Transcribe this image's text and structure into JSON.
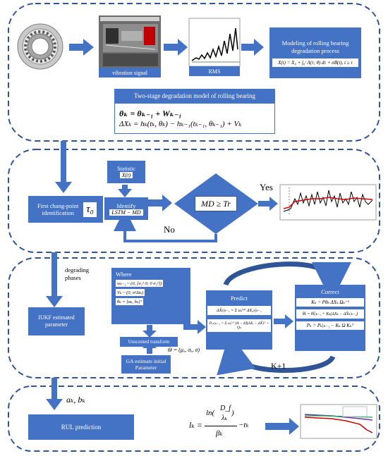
{
  "stage1": {
    "vibration_caption": "vibration signal",
    "rms_caption": "RMS",
    "modeling_title": "Modeling of rolling bearing degradation process",
    "modeling_formula": "X(t) = X₀ + ∫₀ᵗ Λ(τ; θ) dτ + σB(t), t ≥ τ",
    "two_stage_title": "Two-stage degradation model of rolling bearing",
    "eq1": "θₖ = θₖ₋₁ + Wₖ₋₁",
    "eq2": "ΔXₖ = hₖ(tₖ, θₖ) − hₖ₋₁(tₖ₋₁, θₖ₋₁) + Vₖ"
  },
  "stage2": {
    "first_change_label": "First chang-point identification",
    "tau0": "τ₀",
    "statistic_label": "Statistic",
    "statistic_formula": "X(t)",
    "identify_label": "Identify",
    "identify_formula": "LSTM − MD",
    "decision": "MD ≥ Tr",
    "yes": "Yes",
    "no": "No"
  },
  "stage3": {
    "degrading_phases": "degrading phases",
    "iukf_label": "IUKF estimated parameter",
    "where_label": "Where",
    "where_w": "wₖ₋₁ ~ (0, [σ₁² 0; 0 σ₂²])",
    "where_v": "Vₖ ~ (0, σ²Δtₖ)",
    "where_theta": "θₖ = [aₖ, bₖ]ᵀ",
    "unscented_label": "Unscented transform",
    "ga_label": "GA estimate initial Parameter",
    "theta_formula": "Θ = (μₐ, σₐ, σ)",
    "predict_label": "Predict",
    "predict_eq1": "ΔX̂ₖ|ₖ₋₁ = Σ ωᵢ⁽ᵐ⁾ ΔXᵢ,ₖ|ₖ₋₁",
    "predict_eq2": "Pₓₖ|ₖ₋₁ = Σ ωᵢ⁽ᶜ⁾ (θᵢ − θ̂)(ΔXᵢ − ΔX̂)ᵀ + Qₖ",
    "correct_label": "Correct",
    "correct_eq1": "Kₖ = Pθₖ ΔXₖ Ωₖ⁻¹",
    "correct_eq2": "θ̂ₖ = θ̂ₖ|ₖ₋₁ + Kₖ(ΔXₖ − ΔX̂ₖ|ₖ₋₁)",
    "correct_eq3": "Pₖ = Pₖ|ₖ₋₁ − Kₖ Ω Kₖᵀ",
    "loop_label": "K+1"
  },
  "stage4": {
    "ab_label": "aₖ, bₖ",
    "rul_label": "RUL prediction",
    "lk": "lₖ =",
    "ln": "ln(",
    "num_top": "D_f",
    "num_bot": "λₖ",
    "ln_close": ")",
    "den": "βₖ",
    "minus": "−tₖ"
  },
  "colors": {
    "accent": "#4472c4",
    "dashed_border": "#2f5597",
    "signal": "#000000",
    "signal_red": "#d00000"
  }
}
